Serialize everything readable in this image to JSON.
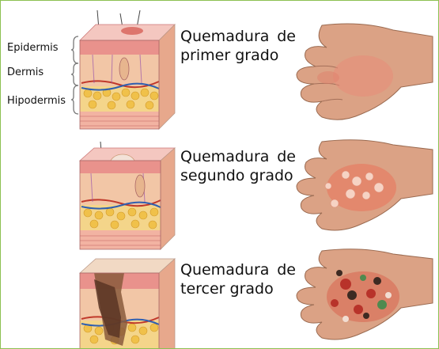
{
  "layers": {
    "epidermis": "Epidermis",
    "dermis": "Dermis",
    "hipodermis": "Hipodermis"
  },
  "rows": [
    {
      "word": "Quemadura",
      "prep": "de",
      "grade": "primer grado"
    },
    {
      "word": "Quemadura",
      "prep": "de",
      "grade": "segundo grado"
    },
    {
      "word": "Quemadura",
      "prep": "de",
      "grade": "tercer grado"
    }
  ],
  "colors": {
    "border": "#8cc152",
    "epidermis": "#e9928c",
    "dermis": "#f2c6a6",
    "hypodermis": "#f4d58a",
    "vessel_red": "#c0392b",
    "vessel_blue": "#2f5fb0",
    "skin_hand": "#d99d7d"
  }
}
